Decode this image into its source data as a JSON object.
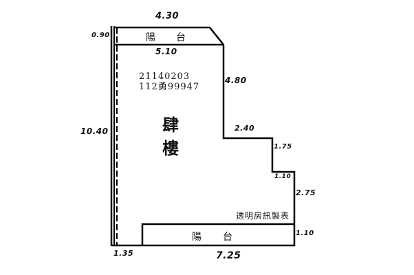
{
  "diagram": {
    "type": "floor-plan",
    "main_room": {
      "label_line1": "肆",
      "label_line2": "樓"
    },
    "codes": {
      "line1": "21140203",
      "line2": "112勇99947"
    },
    "top_balcony": {
      "label_left": "陽",
      "label_right": "台"
    },
    "bottom_balcony": {
      "label_left": "陽",
      "label_right": "台"
    },
    "watermark": "透明房訊製表",
    "dimensions": {
      "top_balcony_width": "4.30",
      "top_balcony_depth": "0.90",
      "room_top_width": "5.10",
      "left_height": "10.40",
      "right_upper_height": "4.80",
      "step_width": "2.40",
      "step_height": "1.75",
      "step2_width": "1.10",
      "right_lower_height": "2.75",
      "bottom_balcony_depth": "1.10",
      "bottom_left_offset": "1.35",
      "bottom_balcony_width": "7.25"
    },
    "colors": {
      "line": "#000000",
      "background": "#ffffff"
    }
  }
}
